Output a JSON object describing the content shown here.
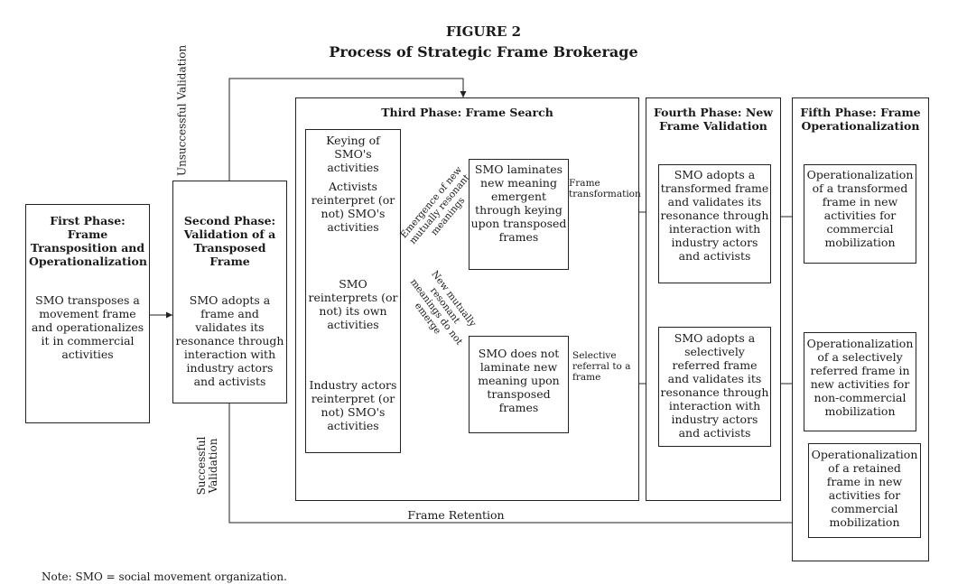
{
  "figure": {
    "label": "FIGURE 2",
    "title": "Process of Strategic Frame Brokerage"
  },
  "phases": {
    "first": {
      "title": "First Phase: Frame Transposition and Operationalization",
      "body": "SMO transposes a movement frame and operationalizes it in commercial activities"
    },
    "second": {
      "title": "Second Phase: Validation of a Transposed Frame",
      "body": "SMO adopts a frame and validates its resonance through interaction with industry actors and activists"
    },
    "third": {
      "title": "Third Phase: Frame Search",
      "keying": {
        "heading": "Keying of SMO's activities",
        "activists": "Activists reinterpret (or not) SMO's activities",
        "smo": "SMO reinterprets (or not) its own activities",
        "industry": "Industry actors reinterpret (or not) SMO's activities"
      },
      "laminates": "SMO laminates new meaning emergent through keying upon transposed frames",
      "not_laminate": "SMO does not laminate new meaning upon transposed frames"
    },
    "fourth": {
      "title": "Fourth Phase: New Frame Validation",
      "transformed": "SMO adopts a transformed frame and validates its resonance through interaction with industry actors and activists",
      "selective": "SMO adopts a selectively referred frame and validates its resonance through interaction with industry actors and activists"
    },
    "fifth": {
      "title": "Fifth Phase: Frame Operationalization",
      "transformed": "Operationalization of a transformed frame in new activities for commercial mobilization",
      "selective": "Operationalization of a selectively referred frame in new activities for non-commercial mobilization",
      "retained": "Operationalization of a retained frame in new activities for commercial mobilization"
    }
  },
  "edge_labels": {
    "unsuccessful": "Unsuccessful Validation",
    "successful": "Successful Validation",
    "emergence": "Emergence of new mutually resonant meanings",
    "no_emerge": "New mutually resonant meanings do not emerge",
    "frame_transformation": "Frame transformation",
    "selective_referral": "Selective referral to a frame",
    "frame_retention": "Frame Retention"
  },
  "note": "Note: SMO = social movement organization."
}
